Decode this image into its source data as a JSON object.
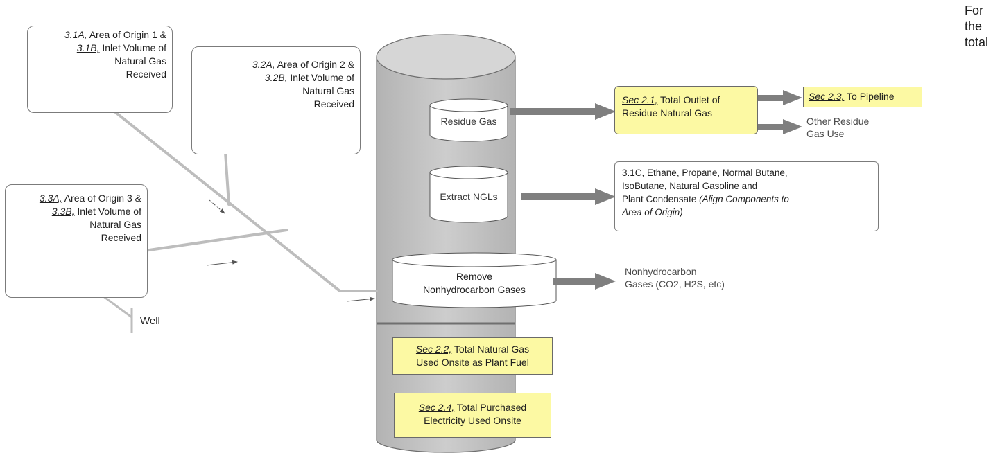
{
  "origins": [
    {
      "code_a": "3.1A,",
      "rest_a": " Area of Origin 1 &",
      "code_b": "3.1B,",
      "rest_b": " Inlet Volume of",
      "line3": "Natural Gas",
      "line4": "Received"
    },
    {
      "code_a": "3.2A,",
      "rest_a": " Area of Origin 2 &",
      "code_b": "3.2B,",
      "rest_b": " Inlet Volume of",
      "line3": "Natural Gas",
      "line4": "Received"
    },
    {
      "code_a": "3.3A,",
      "rest_a": " Area of Origin 3 &",
      "code_b": "3.3B,",
      "rest_b": " Inlet Volume of",
      "line3": "Natural Gas",
      "line4": "Received"
    }
  ],
  "well_label": "Well",
  "plant": {
    "residue_gas": "Residue Gas",
    "extract_ngls": "Extract NGLs",
    "remove_line1": "Remove",
    "remove_line2": "Nonhydrocarbon Gases",
    "fuel": {
      "code": "Sec 2.2,",
      "rest": " Total Natural Gas",
      "line2": "Used Onsite as Plant Fuel"
    },
    "electricity": {
      "code": "Sec 2.4,",
      "rest": " Total Purchased",
      "line2": "Electricity Used Onsite"
    }
  },
  "outputs": {
    "residue_outlet": {
      "code": "Sec 2.1,",
      "rest": " Total Outlet of",
      "line2": "Residue Natural Gas"
    },
    "pipeline": {
      "code": "Sec 2.3,",
      "rest": " To Pipeline"
    },
    "other_residue_line1": "Other Residue",
    "other_residue_line2": "Gas Use",
    "ngl_components": {
      "code": "3.1C,",
      "line1_rest": " Ethane, Propane, Normal Butane,",
      "line2": "IsoButane, Natural Gasoline and",
      "line3_plain": "Plant Condensate ",
      "line3_italic": "(Align Components to",
      "line4_italic": "Area of Origin)"
    },
    "nonhydrocarbon_line1": "Nonhydrocarbon",
    "nonhydrocarbon_line2": "Gases (CO2, H2S, etc)"
  },
  "cut_off_text": [
    "For",
    "the",
    "total"
  ],
  "colors": {
    "highlight": "#fcf9a3",
    "plant_fill": "#bfbfbf",
    "arrow": "#7f7f7f",
    "branch": "#bdbdbd"
  }
}
